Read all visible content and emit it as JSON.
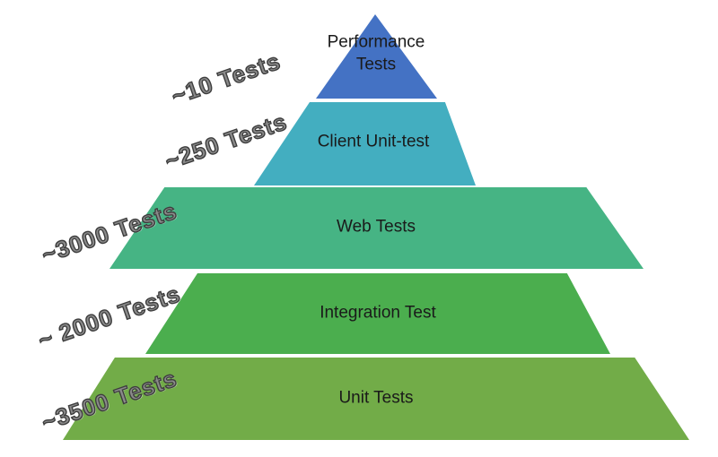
{
  "diagram": {
    "name": "test-pyramid",
    "background": "#ffffff",
    "text_color": "#1a1a1a",
    "count_label_fill": "#8a8a8a",
    "count_label_outline": "#3d3d3d",
    "layers": [
      {
        "id": "performance-tests",
        "label": "Performance Tests",
        "count": "~10 Tests",
        "color": "#4472C4"
      },
      {
        "id": "client-unit-test",
        "label": "Client Unit-test",
        "count": "~250 Tests",
        "color": "#43AEC0"
      },
      {
        "id": "web-tests",
        "label": "Web Tests",
        "count": "~3000 Tests",
        "color": "#46B484"
      },
      {
        "id": "integration-test",
        "label": "Integration Test",
        "count": "~ 2000 Tests",
        "color": "#4BAE4E"
      },
      {
        "id": "unit-tests",
        "label": "Unit Tests",
        "count": "~3500 Tests",
        "color": "#72AC48"
      }
    ]
  }
}
